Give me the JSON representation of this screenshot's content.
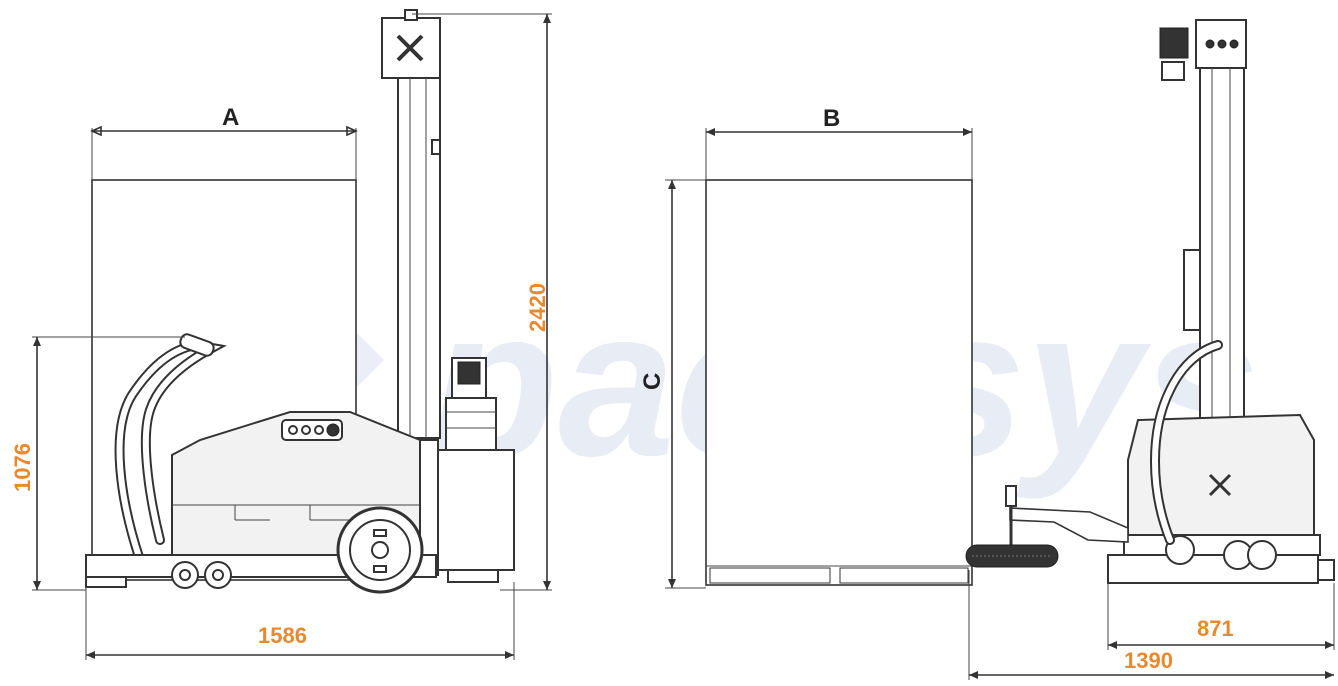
{
  "watermark": {
    "text": "packsys",
    "color": "#e4e8f4"
  },
  "colors": {
    "dimension": "#e8892f",
    "line": "#333333",
    "label": "#222222"
  },
  "left_view": {
    "load_width_label": "A",
    "height_total": "2420",
    "handle_height": "1076",
    "length": "1586"
  },
  "right_view": {
    "load_width_label": "B",
    "load_height_label": "C",
    "width_machine": "871",
    "width_with_tow": "1390"
  }
}
